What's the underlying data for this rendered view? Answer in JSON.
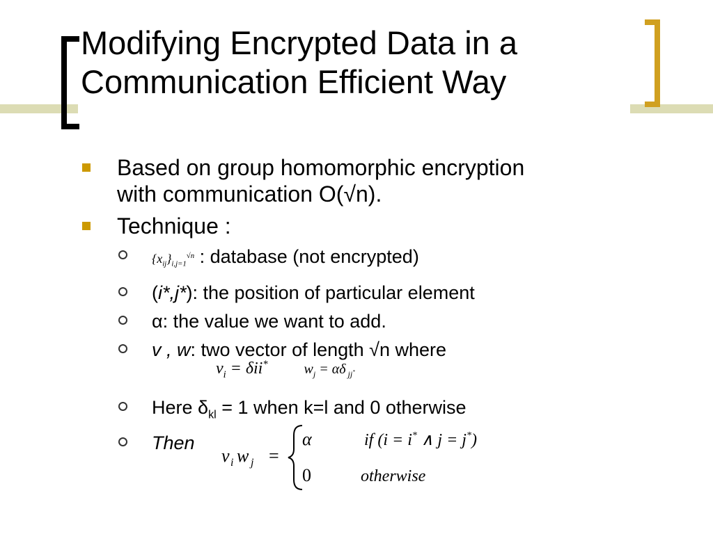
{
  "slide": {
    "title_line1": "Modifying Encrypted Data in a",
    "title_line2": "Communication Efficient Way",
    "bullets": {
      "b1_prefix": "Based on ",
      "b1_strong": "group homomorphic encryption",
      "b1_line2": "with communication O(√n).",
      "b2": "Technique :"
    },
    "sub": {
      "s1_math": "{x_ij}_{i,j=1}^{√n}",
      "s1_text": ": database (not encrypted)",
      "s2_open": "(",
      "s2_ital": "i*,j*",
      "s2_text": "): the position of particular element",
      "s3": "α: the value we want to add.",
      "s4_ital": "v , w",
      "s4_text": ": two vector of length √n where",
      "s5_text_a": "Here δ",
      "s5_sub": "kl",
      "s5_text_b": " = 1 when k=l and 0 otherwise",
      "s6": "Then"
    },
    "equations": {
      "eq_v": "v_i = δ ii*",
      "eq_w": "w_j = αδ jj*",
      "lhs": "v_i w_j =",
      "case1": "α",
      "cond1": "if (i = i* ∧ j = j*)",
      "case2": "0",
      "cond2": "otherwise"
    }
  },
  "colors": {
    "accent": "#cc9900",
    "band": "#dcdcb4"
  }
}
